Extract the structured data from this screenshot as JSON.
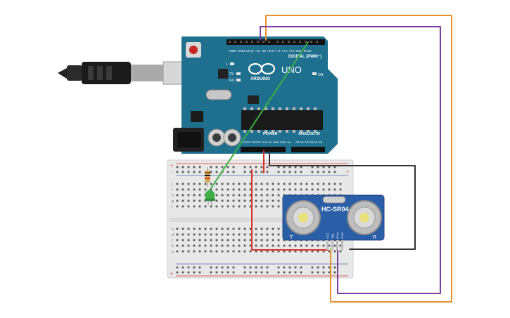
{
  "arduino": {
    "brand": "ARDUINO",
    "model": "UNO",
    "header_top": "DIGITAL (PWM~)",
    "power_label": "POWER",
    "analog_label": "ANALOG IN",
    "led_l": "L",
    "led_tx": "TX",
    "led_rx": "RX",
    "led_on": "ON",
    "pin_labels_top": [
      "AREF",
      "GND",
      "13",
      "12",
      "~11",
      "~10",
      "~9",
      "8",
      "7",
      "~6",
      "~5",
      "4",
      "~3",
      "2",
      "TX▸1",
      "RX◂0"
    ],
    "pin_labels_power": [
      "IOREF",
      "RESET",
      "3.3V",
      "5V",
      "GND",
      "GND",
      "Vin"
    ],
    "pin_labels_analog": [
      "A0",
      "A1",
      "A2",
      "A3",
      "A4",
      "A5"
    ]
  },
  "sensor": {
    "model": "HC-SR04",
    "pins": [
      "VCC",
      "Trig",
      "Echo",
      "GND"
    ],
    "mark_left": "T",
    "mark_right": "R"
  },
  "breadboard": {
    "row_letters_top": [
      "j",
      "i",
      "h",
      "g",
      "f"
    ],
    "row_letters_bottom": [
      "e",
      "d",
      "c",
      "b",
      "a"
    ],
    "rail_plus": "+",
    "rail_minus": "-"
  },
  "colors": {
    "board_teal": "#1f6f8f",
    "wire_orange": "#e6912c",
    "wire_purple": "#7b3fa0",
    "wire_green": "#3cb043",
    "wire_red": "#d9342b",
    "wire_black": "#333333",
    "sensor_blue": "#2a5fa8"
  }
}
